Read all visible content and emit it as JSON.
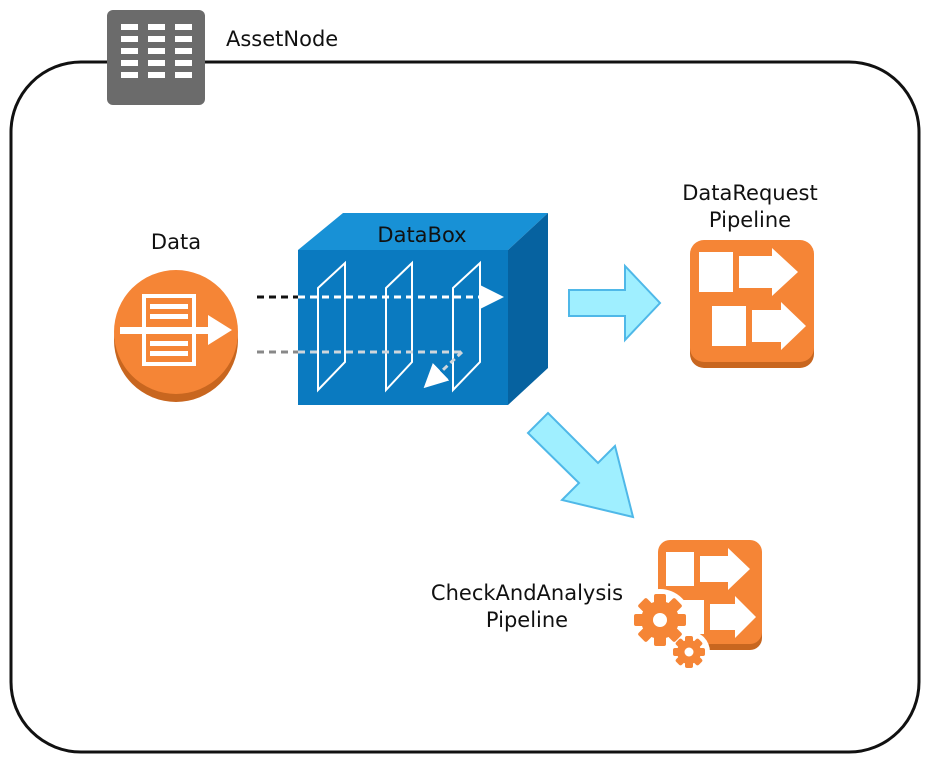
{
  "container": {
    "title": "AssetNode",
    "icon": "server-rack-icon"
  },
  "nodes": {
    "data": {
      "label": "Data",
      "icon": "data-transfer-icon"
    },
    "databox": {
      "label": "DataBox",
      "icon": "databox-cube-icon"
    },
    "data_request_pipeline": {
      "label_line1": "DataRequest",
      "label_line2": "Pipeline",
      "icon": "pipeline-icon"
    },
    "check_analysis_pipeline": {
      "label_line1": "CheckAndAnalysis",
      "label_line2": "Pipeline",
      "icon": "pipeline-gears-icon"
    }
  },
  "colors": {
    "orange": "#f58536",
    "orange_dark": "#c8661f",
    "box_front": "#0a7ac0",
    "box_top": "#1891d6",
    "box_side": "#0662a0",
    "arrow_fill": "#9fefff",
    "arrow_stroke": "#4fb8e8",
    "server_gray": "#6b6b6b"
  }
}
